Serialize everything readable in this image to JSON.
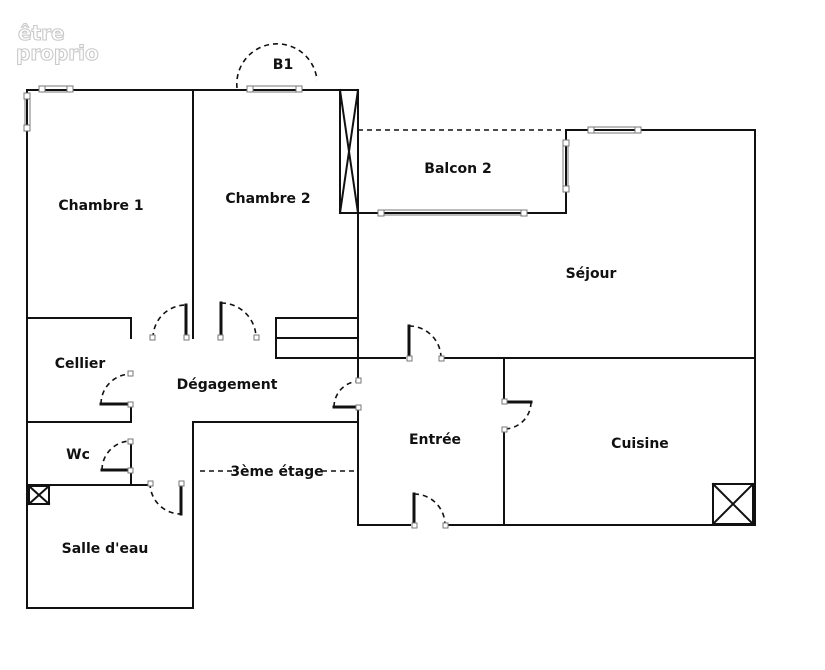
{
  "watermark": {
    "line1": "être",
    "line2": "proprio"
  },
  "rooms": {
    "chambre1": "Chambre 1",
    "chambre2": "Chambre 2",
    "b1": "B1",
    "balcon2": "Balcon 2",
    "sejour": "Séjour",
    "cellier": "Cellier",
    "degagement": "Dégagement",
    "wc": "Wc",
    "entree": "Entrée",
    "cuisine": "Cuisine",
    "salle_deau": "Salle d'eau",
    "etage": "3ème étage"
  }
}
